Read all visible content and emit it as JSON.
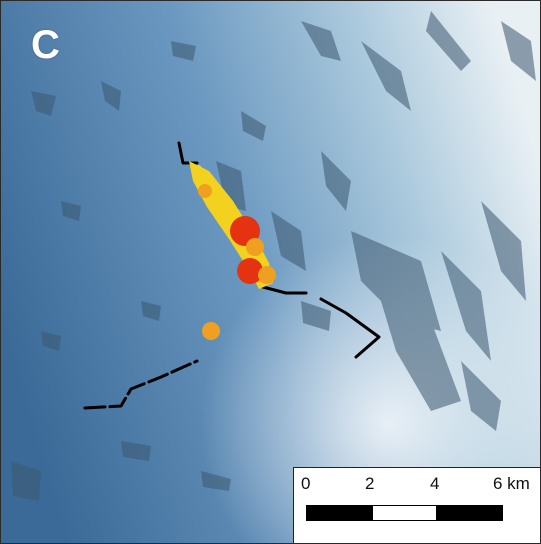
{
  "panel": {
    "label": "C"
  },
  "scale_bar": {
    "ticks": [
      "0",
      "2",
      "4",
      "6 km"
    ],
    "segments": [
      "black",
      "white",
      "black"
    ]
  },
  "colors": {
    "ocean_deep": "#3f6e9c",
    "ocean_light": "#8fb5d1",
    "shallow": "#e6eef3",
    "rupture_yellow": "#f2d21e",
    "rupture_orange": "#f0a020",
    "rupture_red": "#e53210",
    "fault_trace": "#000000"
  }
}
